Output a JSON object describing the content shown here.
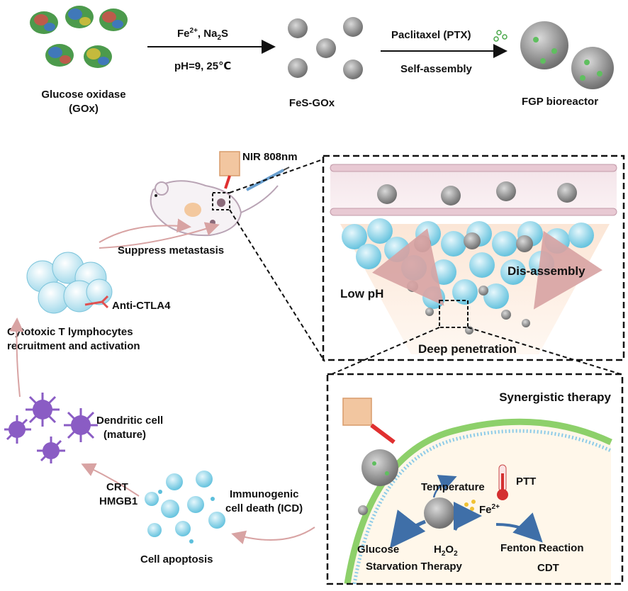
{
  "top": {
    "gox_label_1": "Glucose oxidase",
    "gox_label_2": "(GOx)",
    "step1_reagents_a": "Fe",
    "step1_reagents_a_sup": "2+",
    "step1_reagents_b": ",  Na",
    "step1_reagents_b_sub": "2",
    "step1_reagents_c": "S",
    "step1_conditions": "pH=9, 25℃",
    "fesgox_label": "FeS-GOx",
    "step2_reagent": "Paclitaxel (PTX)",
    "step2_process": "Self-assembly",
    "fgp_label": "FGP bioreactor"
  },
  "mouse_panel": {
    "nir_label": "NIR 808nm",
    "suppress_label": "Suppress metastasis",
    "anti_ctla4_label": "Anti-CTLA4",
    "ctl_label_1": "Cytotoxic T lymphocytes",
    "ctl_label_2": "recruitment and activation",
    "dendritic_label_1": "Dendritic cell",
    "dendritic_label_2": "(mature)",
    "crt_label": "CRT",
    "hmgb1_label": "HMGB1",
    "icd_label_1": "Immunogenic",
    "icd_label_2": "cell death (ICD)",
    "apoptosis_label": "Cell apoptosis"
  },
  "tumor_panel": {
    "low_ph_label": "Low pH",
    "disassembly_label": "Dis-assembly",
    "deep_penetration_label": "Deep penetration"
  },
  "therapy_panel": {
    "title": "Synergistic therapy",
    "temperature_label": "Temperature",
    "ptt_label": "PTT",
    "fe_label": "Fe",
    "fe_sup": "2+",
    "glucose_label": "Glucose",
    "h2o2_label_h": "H",
    "h2o2_label_2a": "2",
    "h2o2_label_o": "O",
    "h2o2_label_2b": "2",
    "starvation_label": "Starvation Therapy",
    "fenton_label": "Fenton Reaction",
    "cdt_label": "CDT"
  },
  "colors": {
    "arrow_pink": "#d8a3a3",
    "cancer_cell": "#7fd0e6",
    "dendritic": "#8a5cc4",
    "membrane": "#8dd06a",
    "laser": "#f2c6a0",
    "nanoparticle": "#8a8a8a"
  }
}
